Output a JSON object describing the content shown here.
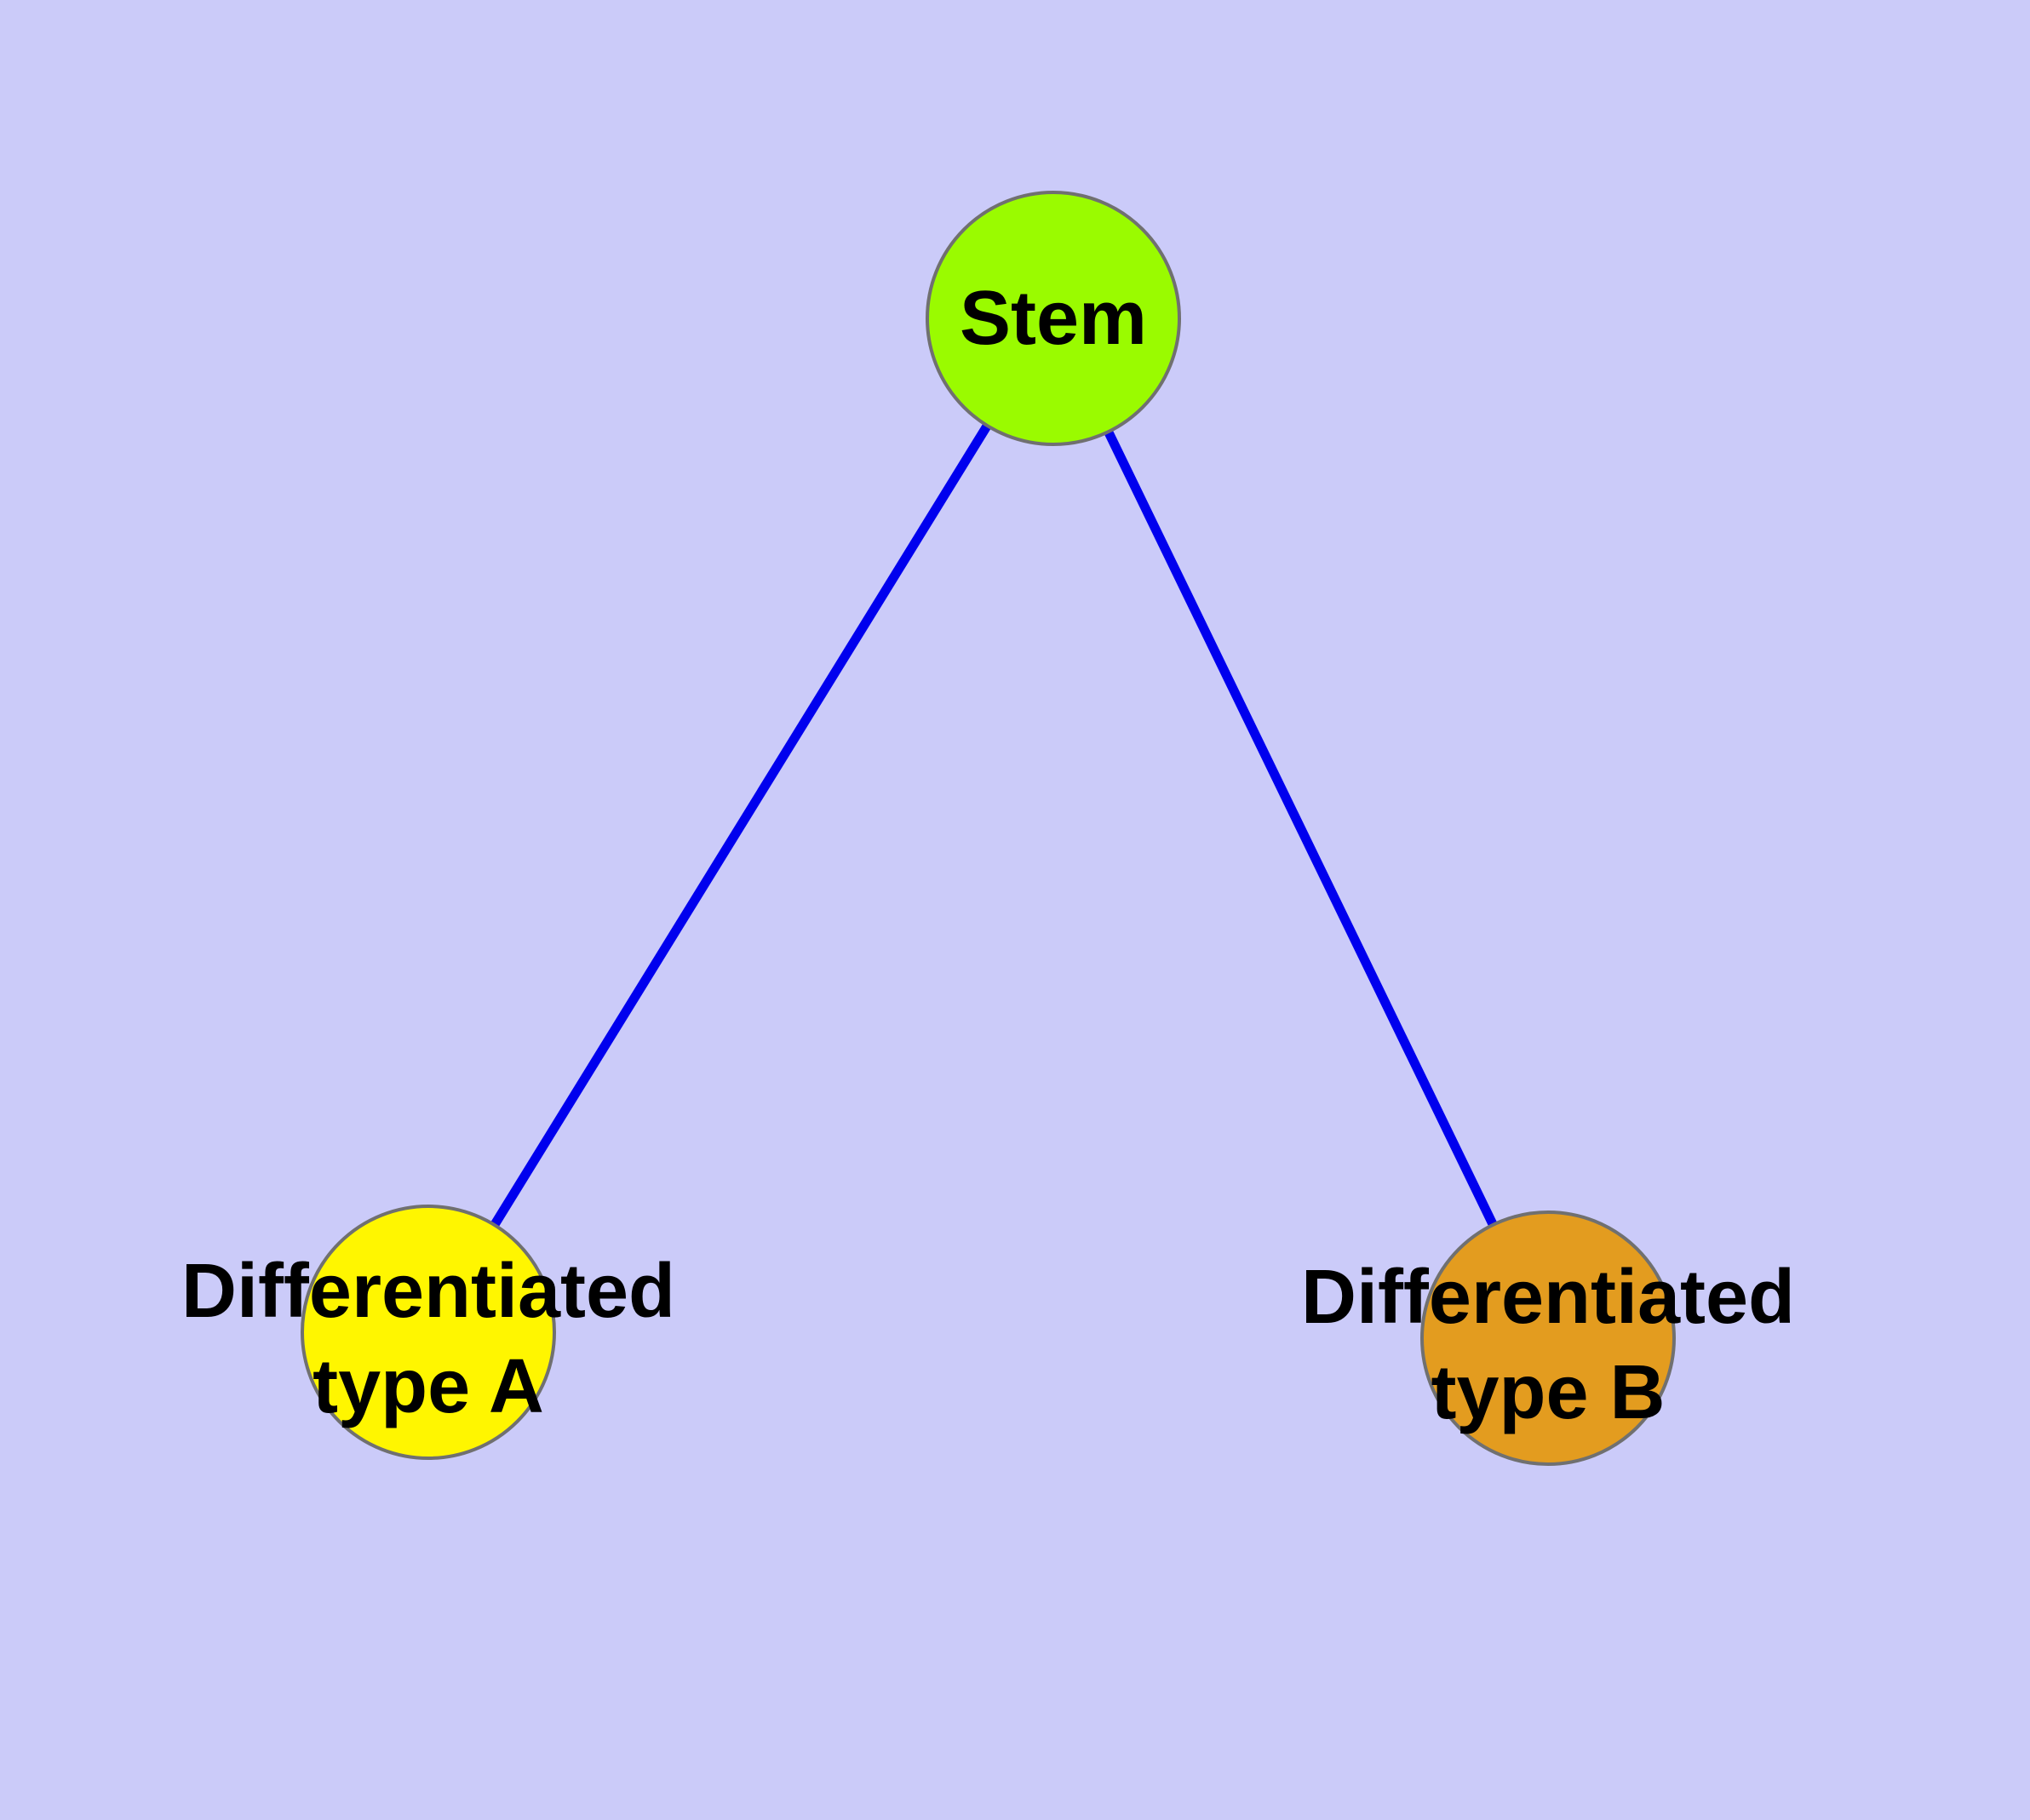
{
  "colors": {
    "background": "#cbcbf9",
    "edge": "#0000ee",
    "node_border": "#707070",
    "label_text": "#000000"
  },
  "graph": {
    "nodes": [
      {
        "id": "stem",
        "label": "Stem",
        "label_lines": [
          "Stem"
        ],
        "fill": "#9afb00"
      },
      {
        "id": "differentiated-type-a",
        "label": "Differentiated type A",
        "label_lines": [
          "Differentiated",
          "type A"
        ],
        "fill": "#fff600"
      },
      {
        "id": "differentiated-type-b",
        "label": "Differentiated type B",
        "label_lines": [
          "Differentiated",
          "type B"
        ],
        "fill": "#e39c1f"
      }
    ],
    "edges": [
      {
        "from": "stem",
        "to": "differentiated-type-a"
      },
      {
        "from": "stem",
        "to": "differentiated-type-b"
      }
    ]
  }
}
